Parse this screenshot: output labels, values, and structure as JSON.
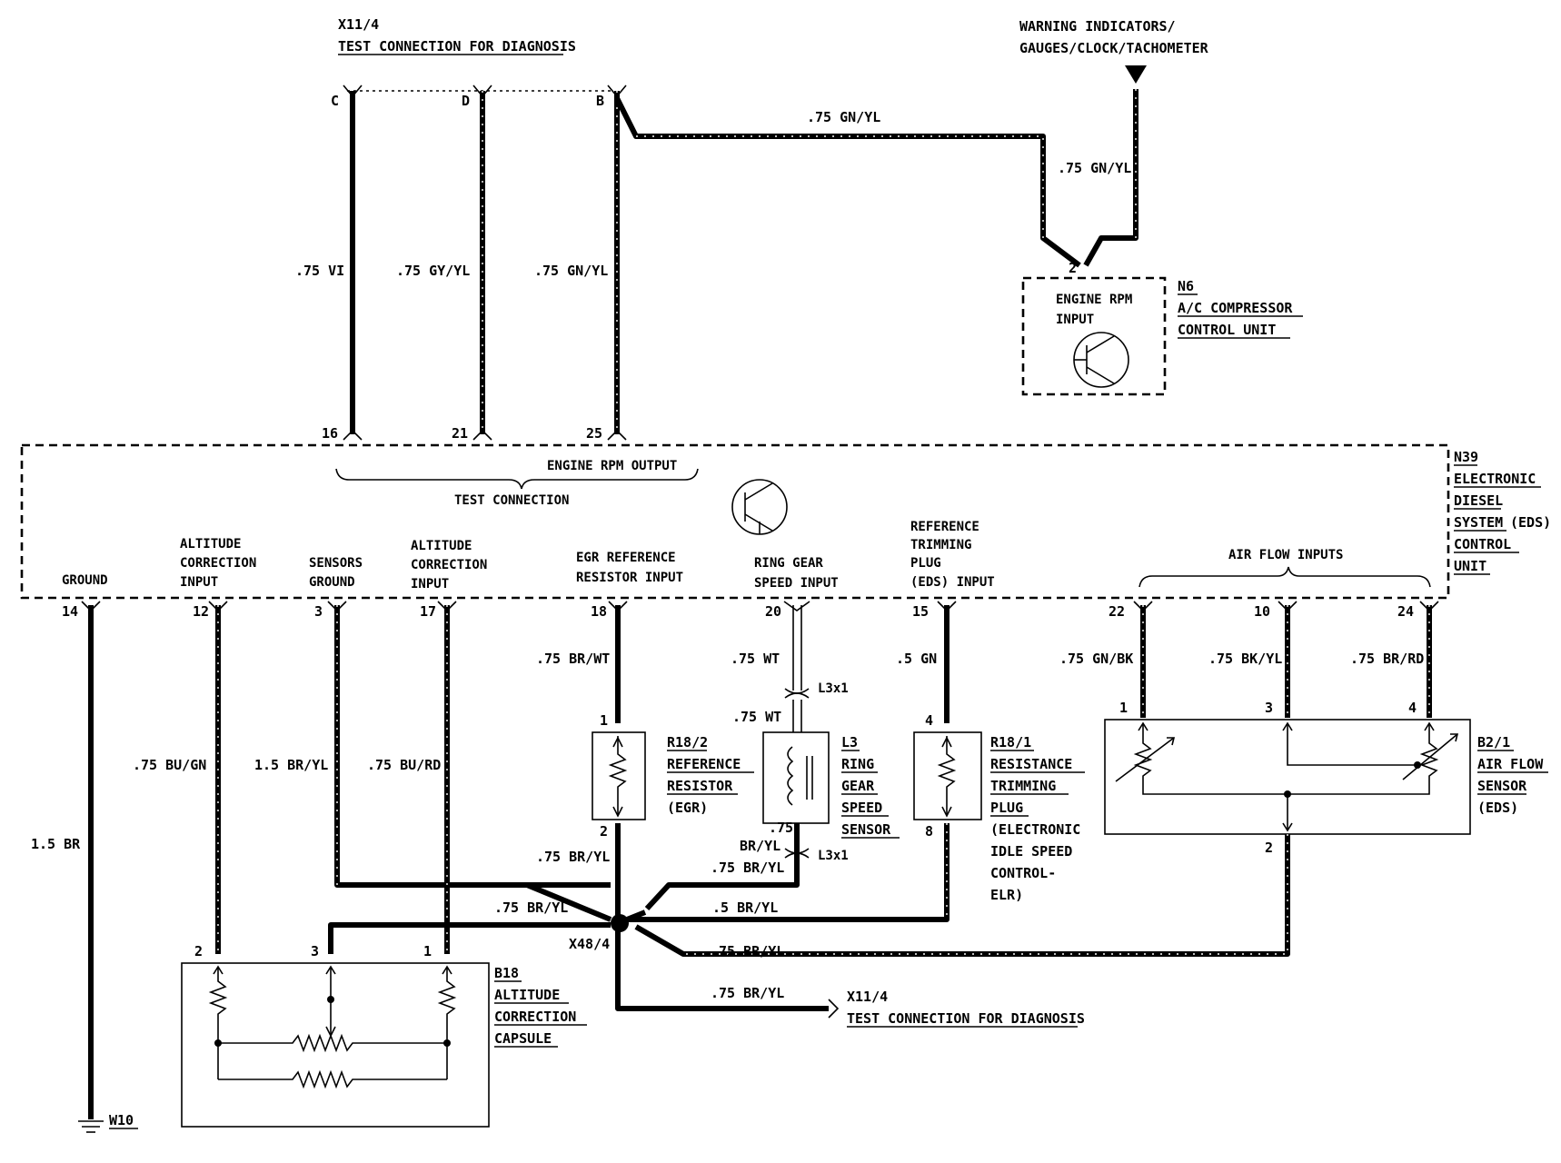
{
  "x11_top": {
    "id": "X11/4",
    "title": "TEST CONNECTION FOR DIAGNOSIS",
    "pins": [
      "C",
      "D",
      "B"
    ]
  },
  "warning": {
    "line1": "WARNING INDICATORS/",
    "line2": "GAUGES/CLOCK/TACHOMETER"
  },
  "n6": {
    "id": "N6",
    "line1": "A/C COMPRESSOR",
    "line2": "CONTROL UNIT",
    "input1": "ENGINE RPM",
    "input2": "INPUT",
    "pin": "2"
  },
  "n39": {
    "id": "N39",
    "line1": "ELECTRONIC",
    "line2": "DIESEL",
    "line3": "SYSTEM",
    "line3b": "(EDS)",
    "line4": "CONTROL",
    "line5": "UNIT",
    "rpm_output": "ENGINE RPM OUTPUT",
    "test_connection": "TEST CONNECTION",
    "air_flow_inputs": "AIR FLOW INPUTS"
  },
  "top_wires": [
    {
      "label": ".75 VI",
      "top_pin": "C",
      "bottom_pin": "16"
    },
    {
      "label": ".75 GY/YL",
      "top_pin": "D",
      "bottom_pin": "21"
    },
    {
      "label": ".75 GN/YL",
      "top_pin": "B",
      "bottom_pin": "25"
    }
  ],
  "wire_b_n6": ".75 GN/YL",
  "wire_warning_n6": ".75 GN/YL",
  "inputs": {
    "ground": "GROUND",
    "alt1_1": "ALTITUDE",
    "alt1_2": "CORRECTION",
    "alt1_3": "INPUT",
    "sens1": "SENSORS",
    "sens2": "GROUND",
    "alt2_1": "ALTITUDE",
    "alt2_2": "CORRECTION",
    "alt2_3": "INPUT",
    "egr1": "EGR REFERENCE",
    "egr2": "RESISTOR INPUT",
    "ring1": "RING GEAR",
    "ring2": "SPEED INPUT",
    "ref1": "REFERENCE",
    "ref2": "TRIMMING",
    "ref3": "PLUG",
    "ref4": "(EDS) INPUT"
  },
  "bottom_pins": [
    "14",
    "12",
    "3",
    "17",
    "18",
    "20",
    "15",
    "22",
    "10",
    "24"
  ],
  "bottom_wires": {
    "ground": "1.5 BR",
    "p12": ".75 BU/GN",
    "p3": "1.5 BR/YL",
    "p17": ".75 BU/RD",
    "p18": ".75 BR/WT",
    "p20a": ".75 WT",
    "p20b": ".75 WT",
    "p15": ".5 GN",
    "p22": ".75 GN/BK",
    "p10": ".75 BK/YL",
    "p24": ".75 BR/RD"
  },
  "splice_wires": {
    "r18_2": ".75 BR/YL",
    "l3_1": ".75",
    "l3_2": "BR/YL",
    "l3_3": ".75 BR/YL",
    "left": ".75 BR/YL",
    "r18_1": ".5 BR/YL",
    "b2_1": ".75 BR/YL",
    "x11": ".75 BR/YL"
  },
  "l3x1": "L3x1",
  "r18_2": {
    "id": "R18/2",
    "line1": "REFERENCE",
    "line2": "RESISTOR",
    "line3": "(EGR)",
    "pin_top": "1",
    "pin_bottom": "2"
  },
  "l3": {
    "id": "L3",
    "line1": "RING",
    "line2": "GEAR",
    "line3": "SPEED",
    "line4": "SENSOR"
  },
  "r18_1": {
    "id": "R18/1",
    "line1": "RESISTANCE",
    "line2": "TRIMMING",
    "line3": "PLUG",
    "line4": "(ELECTRONIC",
    "line5": "IDLE SPEED",
    "line6": "CONTROL-",
    "line7": "ELR)",
    "pin_top": "4",
    "pin_bottom": "8"
  },
  "b2_1": {
    "id": "B2/1",
    "line1": "AIR FLOW",
    "line2": "SENSOR",
    "line3": "(EDS)",
    "pins": [
      "1",
      "3",
      "4",
      "2"
    ]
  },
  "b18": {
    "id": "B18",
    "line1": "ALTITUDE",
    "line2": "CORRECTION",
    "line3": "CAPSULE",
    "pins": [
      "2",
      "3",
      "1"
    ]
  },
  "x48": "X48/4",
  "x11_bottom": {
    "id": "X11/4",
    "title": "TEST CONNECTION FOR DIAGNOSIS"
  },
  "w10": "W10"
}
